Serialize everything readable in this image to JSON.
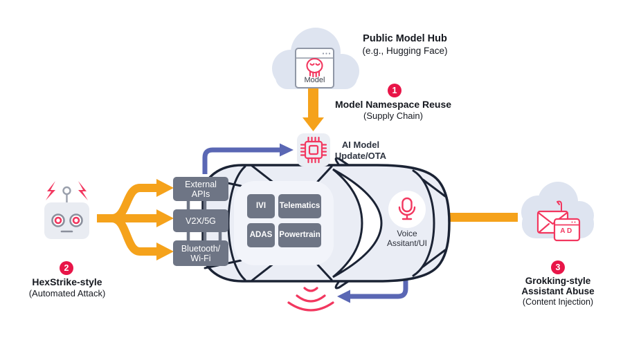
{
  "colors": {
    "orange": "#F5A21B",
    "purple": "#5A67B4",
    "badge_red": "#E81548",
    "icon_red": "#F2375F",
    "box_gray": "#6E7585",
    "outline_navy": "#1B2334",
    "cloud_gray": "#DEE4F0"
  },
  "model_hub": {
    "title": "Public Model Hub",
    "subtitle": "(e.g., Hugging Face)",
    "card_label": "Model"
  },
  "threat1": {
    "number": "1",
    "title": "Model Namespace Reuse",
    "subtitle": "(Supply Chain)"
  },
  "threat2": {
    "number": "2",
    "title": "HexStrike-style",
    "subtitle": "(Automated Attack)"
  },
  "threat3": {
    "number": "3",
    "title_line1": "Grokking-style",
    "title_line2": "Assistant Abuse",
    "subtitle": "(Content Injection)"
  },
  "ota": {
    "line1": "AI Model",
    "line2": "Update/OTA"
  },
  "attack_surfaces": {
    "external_apis": {
      "line1": "External",
      "line2": "APIs"
    },
    "v2x": {
      "line1": "V2X/5G"
    },
    "bluetooth": {
      "line1": "Bluetooth/",
      "line2": "Wi-Fi"
    }
  },
  "modules": {
    "ivi": "IVI",
    "telematics": "Telematics",
    "adas": "ADAS",
    "powertrain": "Powertrain"
  },
  "voice": {
    "line1": "Voice",
    "line2": "Assitant/UI"
  },
  "ad_label": "AD"
}
